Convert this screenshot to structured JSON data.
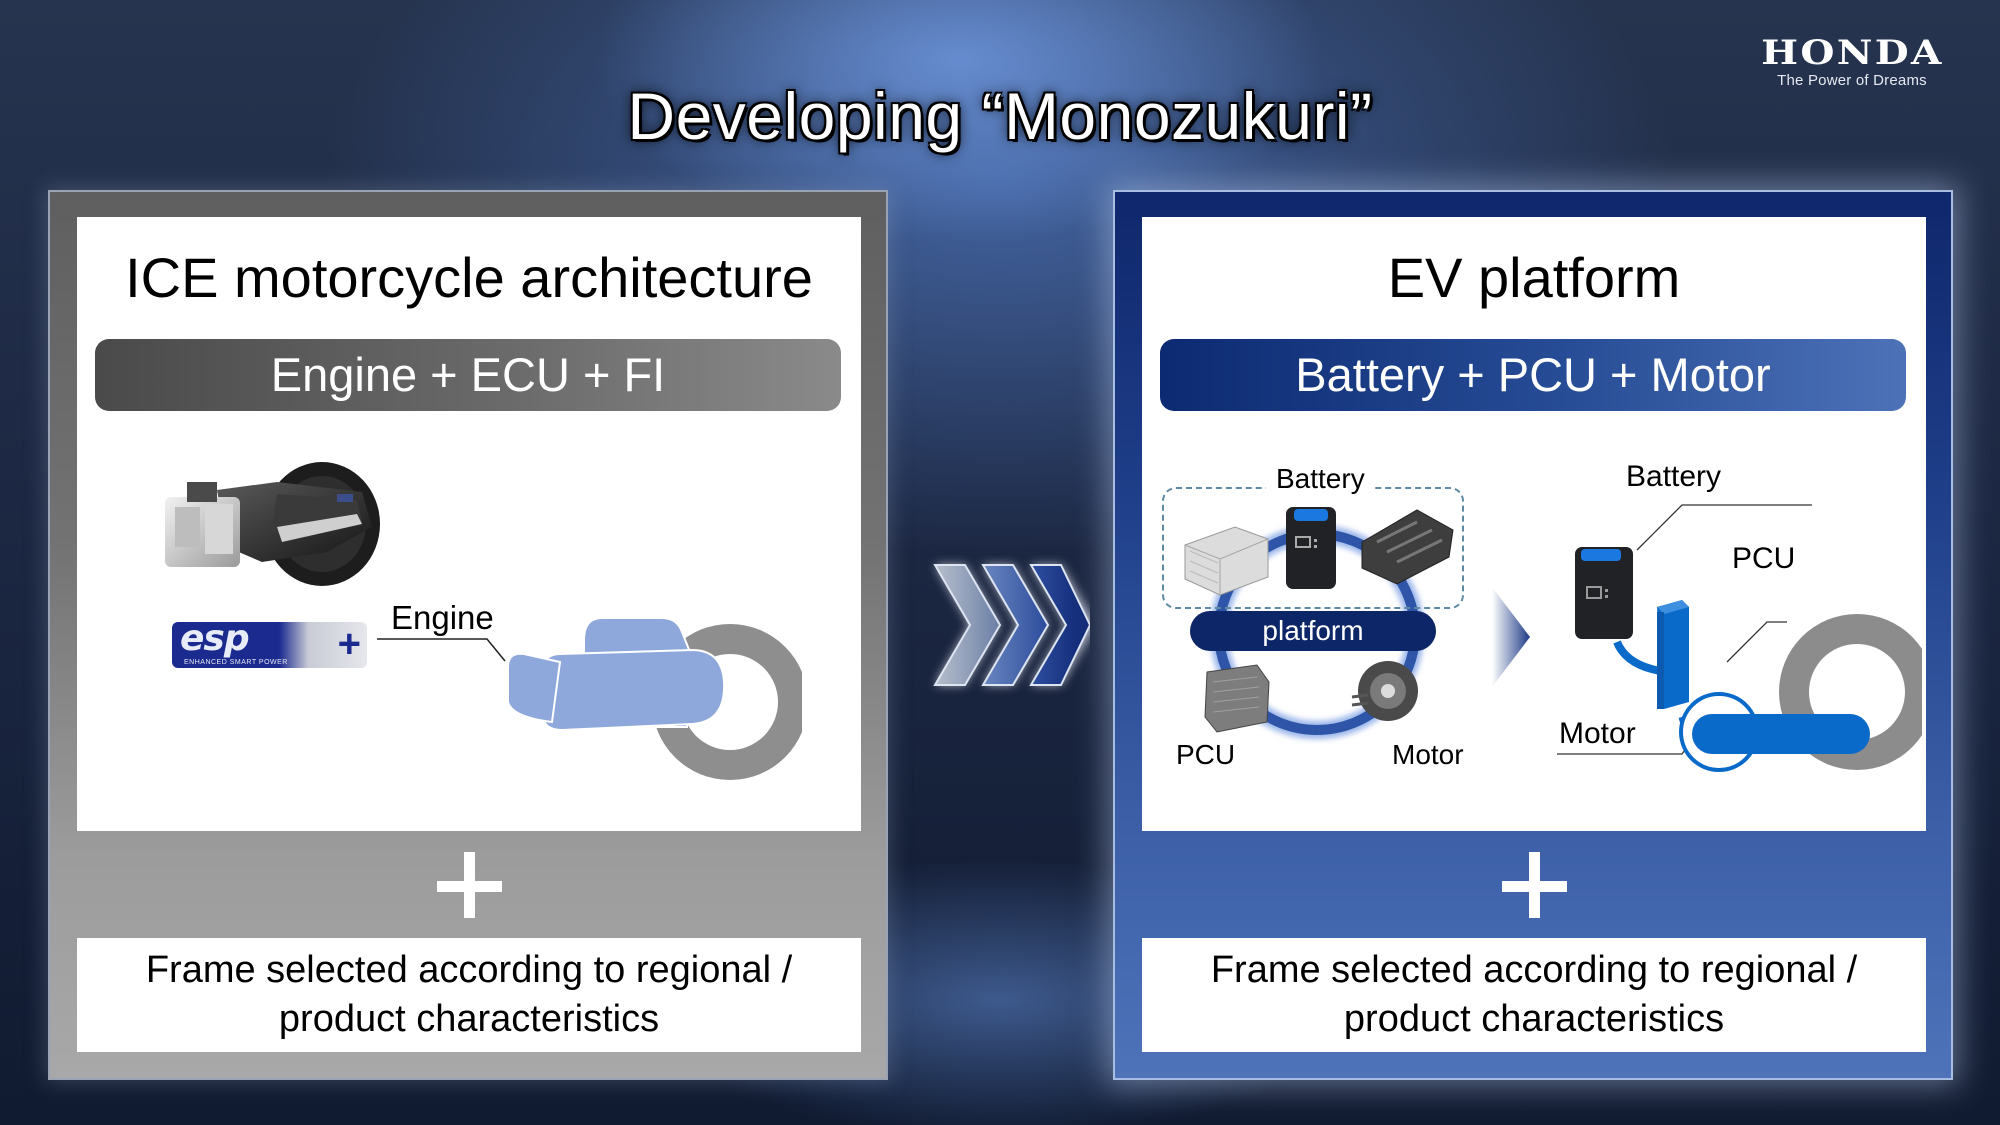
{
  "header": {
    "title": "Developing “Monozukuri”",
    "brand": "HONDA",
    "tagline": "The Power of Dreams"
  },
  "left_panel": {
    "title": "ICE motorcycle architecture",
    "formula": "Engine + ECU + FI",
    "diagram": {
      "engine_label": "Engine",
      "badge_main": "esp",
      "badge_plus": "+",
      "badge_sub": "ENHANCED SMART POWER"
    },
    "plus_symbol": "+",
    "footer_line1": "Frame selected according to regional /",
    "footer_line2": "product characteristics",
    "colors": {
      "frame": "#737373",
      "formula_bg": "#5a5a5a",
      "engine_fill": "#8fa8dc",
      "wheel": "#8c8c8c"
    }
  },
  "transition": {
    "icon": "triple-chevron-right"
  },
  "right_panel": {
    "title": "EV platform",
    "formula": "Battery + PCU + Motor",
    "platform_diagram": {
      "battery_label": "Battery",
      "center_label": "platform",
      "pcu_label": "PCU",
      "motor_label": "Motor"
    },
    "layout_diagram": {
      "battery_label": "Battery",
      "pcu_label": "PCU",
      "motor_label": "Motor"
    },
    "plus_symbol": "+",
    "footer_line1": "Frame selected according to regional /",
    "footer_line2": "product characteristics",
    "colors": {
      "frame": "#1f3f8a",
      "formula_bg": "#1a3c86",
      "component_blue": "#0a6ac9",
      "platform_pill": "#0c2667"
    }
  }
}
